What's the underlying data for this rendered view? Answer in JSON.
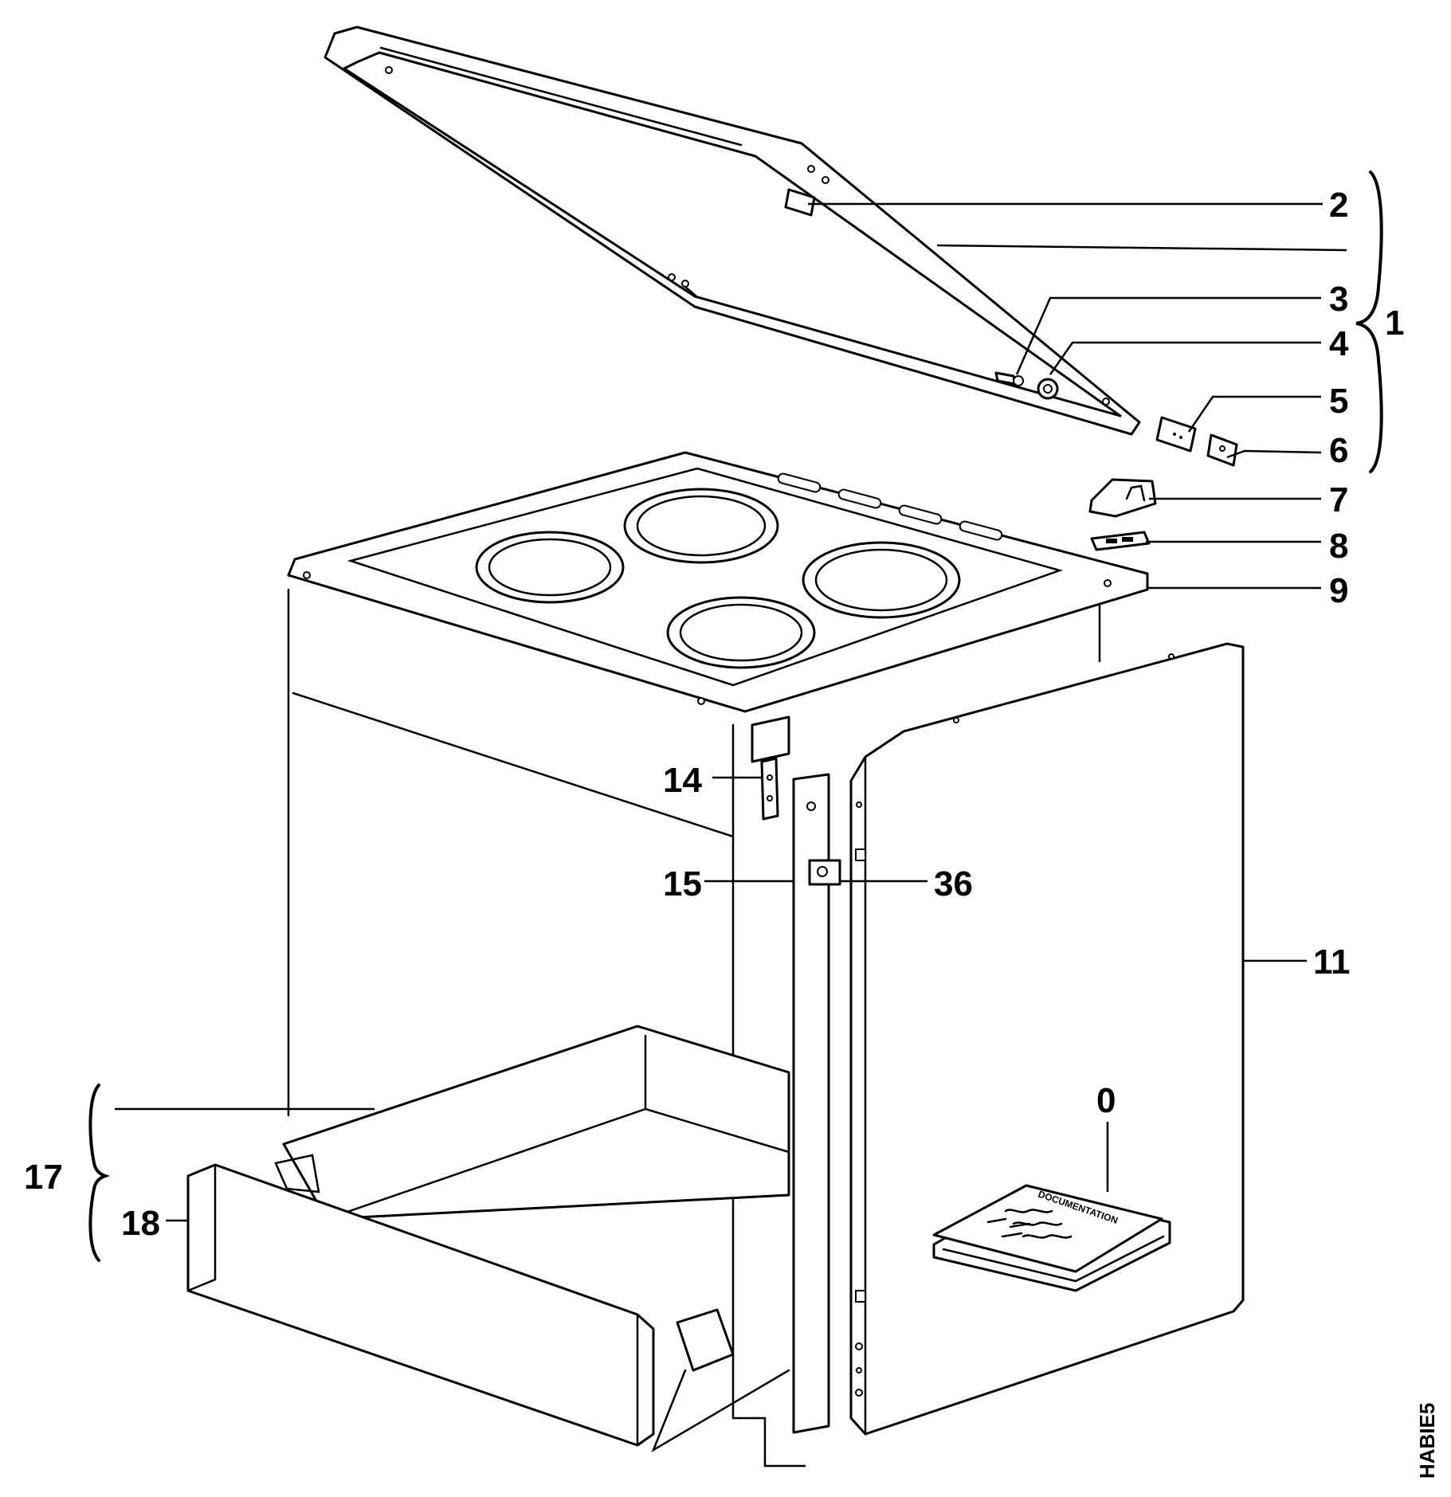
{
  "callouts": {
    "c0": "0",
    "c1": "1",
    "c2": "2",
    "c3": "3",
    "c4": "4",
    "c5": "5",
    "c6": "6",
    "c7": "7",
    "c8": "8",
    "c9": "9",
    "c11": "11",
    "c14": "14",
    "c15": "15",
    "c17": "17",
    "c18": "18",
    "c36": "36"
  },
  "documentation_label": "DOCUMENTATION",
  "diagram_code": "HABIE5"
}
